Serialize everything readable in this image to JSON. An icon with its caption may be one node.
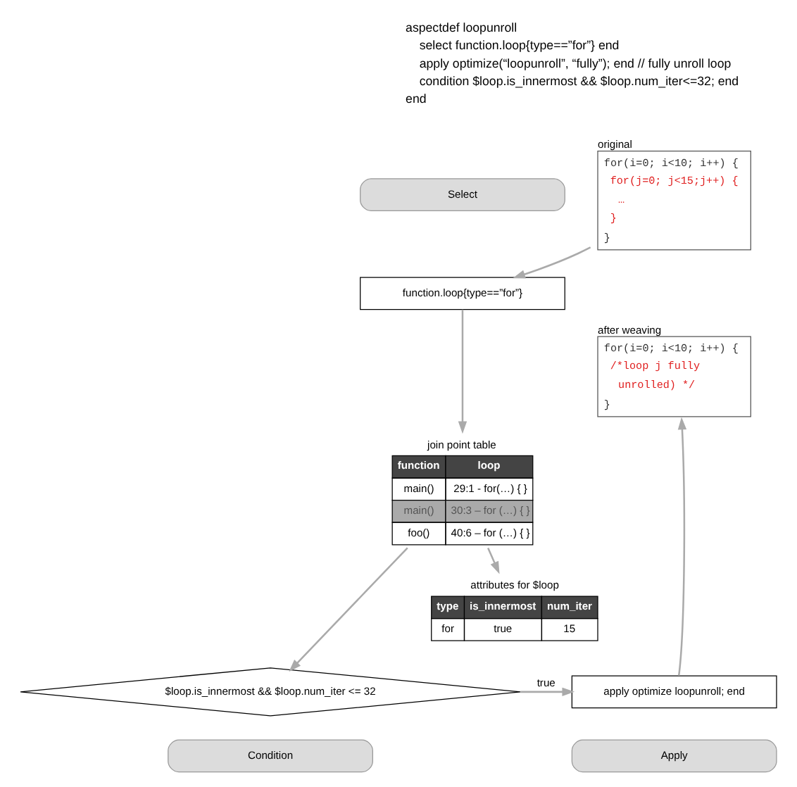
{
  "diagram": {
    "nodes": [
      {
        "text": [
          "Select"
        ]
      },
      {
        "text": [
          "function.loop{type==”for”}"
        ]
      },
      {
        "text": [
          "original",
          "for(i=0; i<10; i++) {",
          "for(j=0; j<15;j++) {",
          "…",
          "}",
          "}"
        ]
      },
      {
        "text": [
          "join point table",
          "function",
          "loop",
          "main()",
          "29:1 - for(…) { }",
          "main()",
          "30:3 – for (…) { }",
          "foo()",
          "40:6 – for (…) { }"
        ]
      },
      {
        "text": [
          "attributes for $loop",
          "type",
          "is_innermost",
          "num_iter",
          "for",
          "true",
          "15"
        ]
      },
      {
        "text": [
          "$loop.is_innermost && $loop.num_iter <= 32"
        ]
      },
      {
        "text": [
          "Condition"
        ]
      },
      {
        "text": [
          "apply optimize loopunroll; end"
        ]
      },
      {
        "text": [
          "Apply"
        ]
      },
      {
        "text": [
          "after weaving",
          "for(i=0; i<10; i++) {",
          "/*loop j fully",
          "unrolled) */",
          "}"
        ]
      }
    ],
    "edges": [
      {
        "from": 2,
        "to": 1,
        "arrow": "to"
      },
      {
        "from": 1,
        "to": 3,
        "arrow": "to"
      },
      {
        "from": 3,
        "to": 4,
        "arrow": "to"
      },
      {
        "from": 3,
        "to": 5,
        "arrow": "to"
      },
      {
        "from": 5,
        "to": 7,
        "label": "true",
        "arrow": "to"
      },
      {
        "from": 7,
        "to": 9,
        "arrow": "to"
      }
    ],
    "labels": [
      "aspectdef loopunroll",
      "select function.loop{type==”for”} end",
      "apply optimize(“loopunroll”, “fully”); end // fully unroll loop",
      "condition $loop.is_innermost && $loop.num_iter<=32; end",
      "end"
    ]
  }
}
